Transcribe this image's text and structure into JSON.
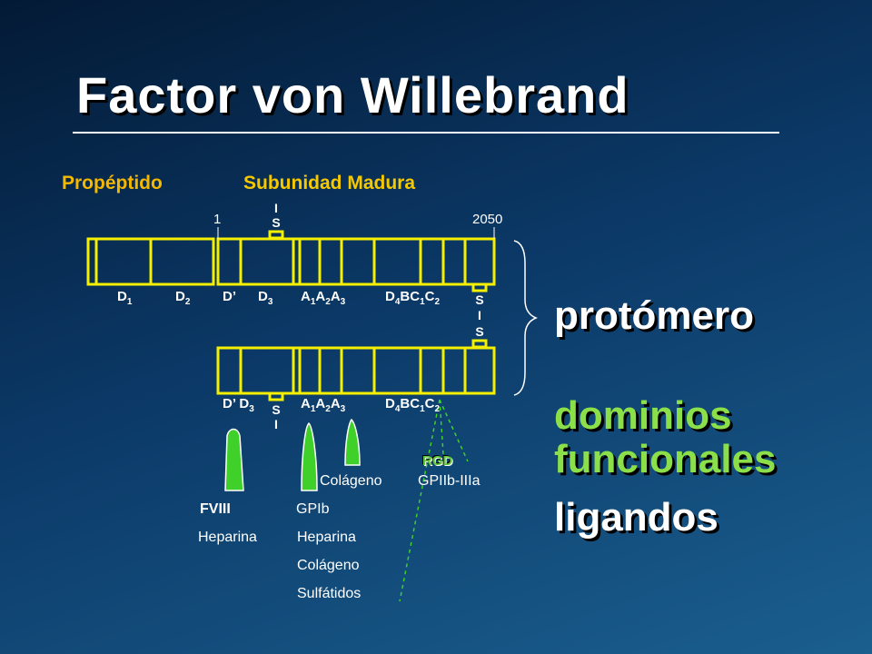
{
  "title": "Factor von Willebrand",
  "headers": {
    "propeptide": "Propéptido",
    "mature": "Subunidad Madura"
  },
  "positions": {
    "start": "1",
    "end": "2050"
  },
  "top_domains": {
    "d1": [
      "D",
      "1"
    ],
    "d2": [
      "D",
      "2"
    ],
    "dprime": "D’",
    "d3": [
      "D",
      "3"
    ],
    "a_group": [
      [
        "A",
        "1"
      ],
      [
        "A",
        "2"
      ],
      [
        "A",
        "3"
      ]
    ],
    "d4bc": [
      [
        "D",
        "4"
      ],
      [
        "BC",
        "1"
      ],
      [
        "C",
        "2"
      ]
    ]
  },
  "bottom_domains": {
    "dprime_d3": [
      "D’ D",
      "3"
    ],
    "a_group": [
      [
        "A",
        "1"
      ],
      [
        "A",
        "2"
      ],
      [
        "A",
        "3"
      ]
    ],
    "d4bc": [
      [
        "D",
        "4"
      ],
      [
        "BC",
        "1"
      ],
      [
        "C",
        "2"
      ]
    ]
  },
  "disulfide": {
    "s": "S",
    "bar": "I"
  },
  "right_labels": {
    "protomer": "protómero",
    "functional_1": "dominios",
    "functional_2": "funcionales",
    "ligands": "ligandos"
  },
  "ligands": {
    "fviii": "FVIII",
    "heparina_1": "Heparina",
    "gpib": "GPIb",
    "heparina_2": "Heparina",
    "colageno_1": "Colágeno",
    "sulfatidos": "Sulfátidos",
    "colageno_2": "Colágeno",
    "gpiib": "GPIIb-IIIa",
    "rgd": "RGD"
  },
  "colors": {
    "yellow": "#f4f000",
    "orange": "#f5b800",
    "green": "#3fd02a",
    "light_green": "#8be04a"
  }
}
